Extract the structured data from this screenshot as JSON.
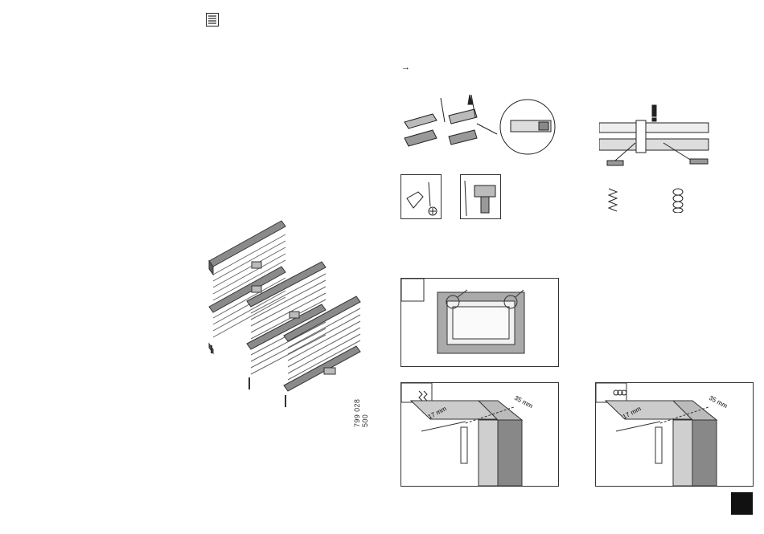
{
  "header": {
    "menu_icon": "stacked-lines-icon"
  },
  "instruction": {
    "arrow": "→"
  },
  "part_number": "799 028 500",
  "panels": {
    "mount_left": {
      "dim_a": "17 mm",
      "dim_b": "35 mm"
    },
    "mount_right": {
      "dim_a": "17 mm",
      "dim_b": "35 mm"
    }
  },
  "colors": {
    "ink": "#333333",
    "grey": "#9a9a9a",
    "marker": "#111111"
  }
}
